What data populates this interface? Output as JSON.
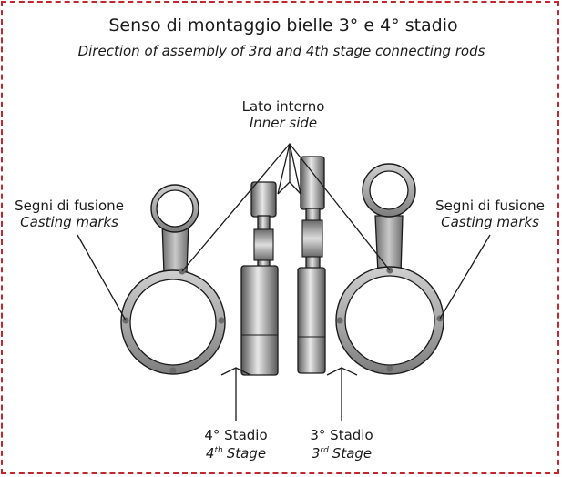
{
  "title": {
    "main": "Senso di montaggio bielle 3° e 4° stadio",
    "sub": "Direction of assembly of 3rd and 4th stage connecting rods"
  },
  "labels": {
    "inner_side": {
      "it": "Lato interno",
      "en": "Inner side"
    },
    "casting_left": {
      "it": "Segni di fusione",
      "en": "Casting marks"
    },
    "casting_right": {
      "it": "Segni di fusione",
      "en": "Casting marks"
    },
    "stage4": {
      "it": "4° Stadio",
      "en_num": "4",
      "en_sup": "th",
      "en_word": "Stage"
    },
    "stage3": {
      "it": "3° Stadio",
      "en_num": "3",
      "en_sup": "rd",
      "en_word": "Stage"
    }
  },
  "colors": {
    "border": "#c1272d",
    "metal_dark": "#5a5a5a",
    "metal_light": "#e6e6e6",
    "outline": "#1a1a1a"
  }
}
